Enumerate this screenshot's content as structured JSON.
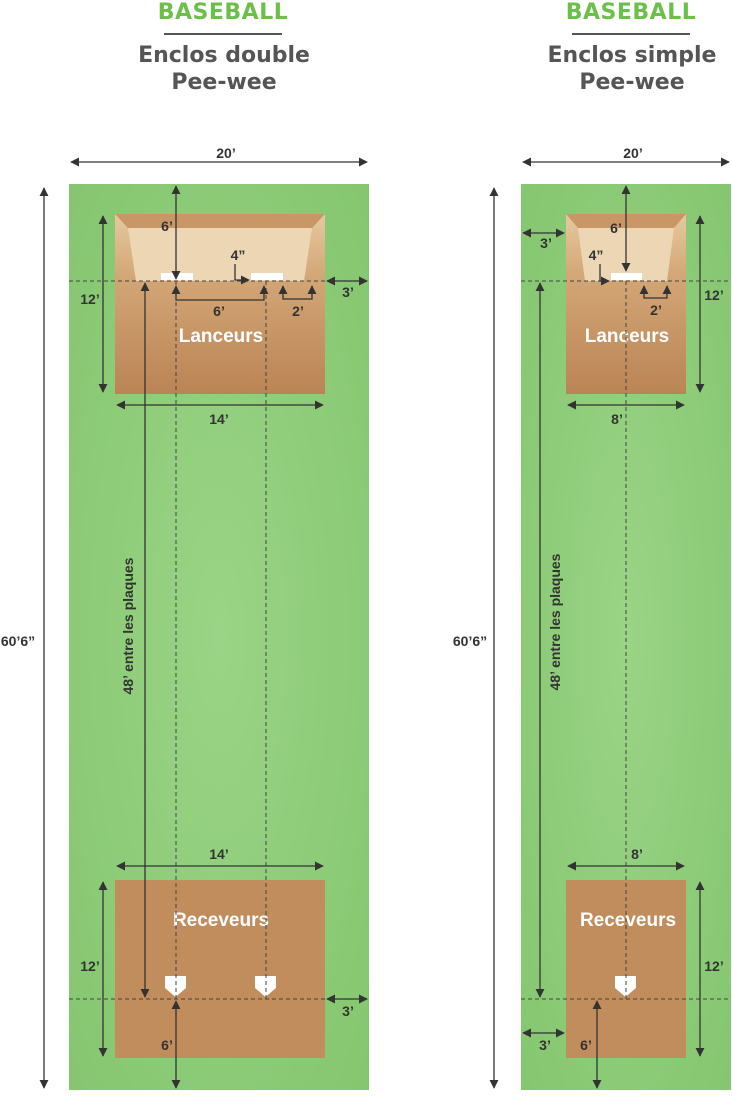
{
  "left": {
    "sport": "BASEBALL",
    "title_line1": "Enclos double",
    "title_line2": "Pee-wee",
    "width_label": "20’",
    "length_label": "60’6”",
    "pitch_zone_label": "Lanceurs",
    "catch_zone_label": "Receveurs",
    "between_plates": "48’ entre les plaques",
    "pitch_zone_depth": "12’",
    "pitch_zone_width": "14’",
    "catch_zone_depth": "12’",
    "catch_zone_width": "14’",
    "rubber_offset": "6’",
    "rubber_spacing": "6’",
    "rubber_gap": "4”",
    "rubber_side": "2’",
    "side_clearance_top": "3’",
    "side_clearance_bottom": "3’",
    "plate_offset": "6’"
  },
  "right": {
    "sport": "BASEBALL",
    "title_line1": "Enclos simple",
    "title_line2": "Pee-wee",
    "width_label": "20’",
    "length_label": "60’6”",
    "pitch_zone_label": "Lanceurs",
    "catch_zone_label": "Receveurs",
    "between_plates": "48’ entre les plaques",
    "pitch_zone_depth": "12’",
    "pitch_zone_width": "8’",
    "catch_zone_depth": "12’",
    "catch_zone_width": "8’",
    "rubber_offset": "6’",
    "rubber_gap": "4”",
    "rubber_side": "2’",
    "side_clearance_top": "3’",
    "side_clearance_bottom": "3’",
    "plate_offset": "6’"
  },
  "colors": {
    "accent_green": "#6cc04a",
    "turf": "#8ccc78",
    "dirt": "#bf8a5c",
    "dirt_light": "#e2c49a",
    "text_dark": "#333333"
  }
}
